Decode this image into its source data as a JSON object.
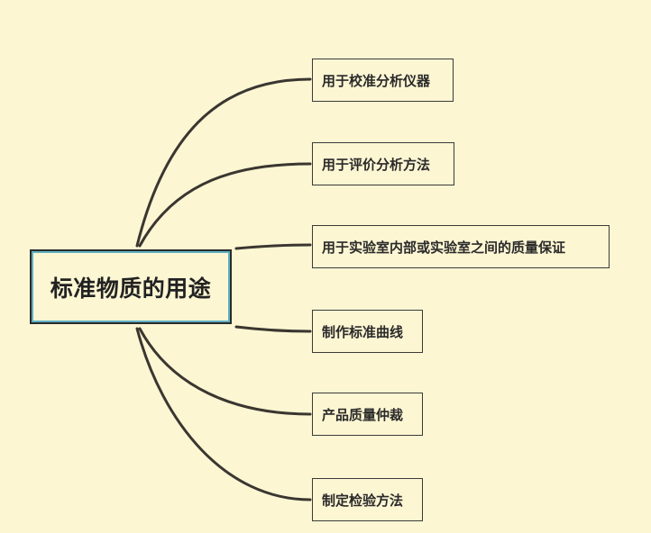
{
  "central": {
    "label": "标准物质的用途"
  },
  "branches": [
    {
      "label": "用于校准分析仪器"
    },
    {
      "label": "用于评价分析方法"
    },
    {
      "label": "用于实验室内部或实验室之间的质量保证"
    },
    {
      "label": "制作标准曲线"
    },
    {
      "label": "产品质量仲裁"
    },
    {
      "label": "制定检验方法"
    }
  ],
  "colors": {
    "background": "#fdf6d3",
    "line": "#3a3630",
    "central_border_accent": "#5fb1c3"
  }
}
